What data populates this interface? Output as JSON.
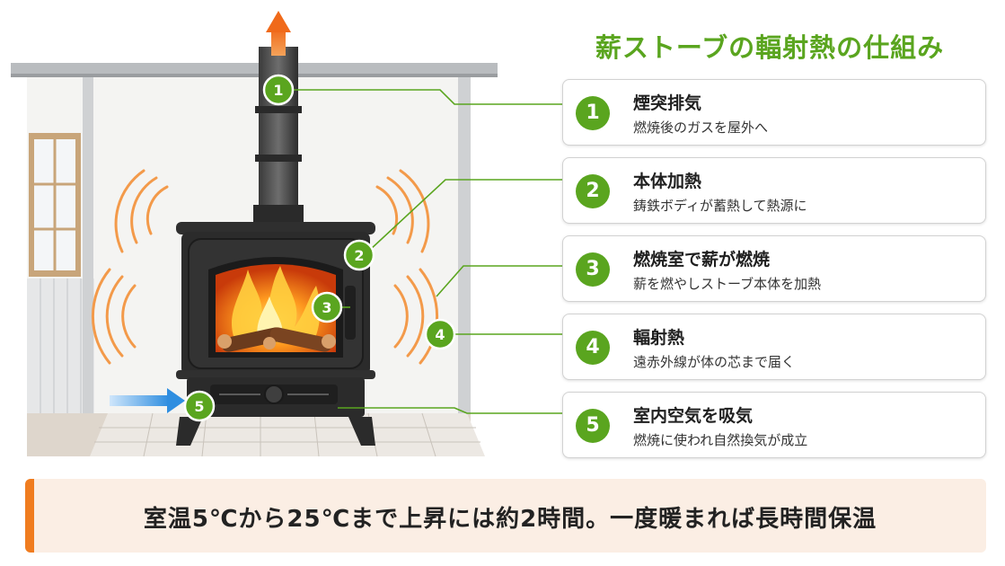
{
  "title": "薪ストーブの輻射熱の仕組み",
  "steps": [
    {
      "num": "1",
      "title": "煙突排気",
      "desc": "燃焼後のガスを屋外へ"
    },
    {
      "num": "2",
      "title": "本体加熱",
      "desc": "鋳鉄ボディが蓄熱して熱源に"
    },
    {
      "num": "3",
      "title": "燃焼室で薪が燃焼",
      "desc": "薪を燃やしストーブ本体を加熱"
    },
    {
      "num": "4",
      "title": "輻射熱",
      "desc": "遠赤外線が体の芯まで届く"
    },
    {
      "num": "5",
      "title": "室内空気を吸気",
      "desc": "燃焼に使われ自然換気が成立"
    }
  ],
  "banner": "室温5℃から25℃まで上昇には約2時間。一度暖まれば長時間保温",
  "colors": {
    "accent_green": "#5aa51f",
    "accent_orange": "#f07c1f",
    "stove": "#2b2b2b"
  }
}
